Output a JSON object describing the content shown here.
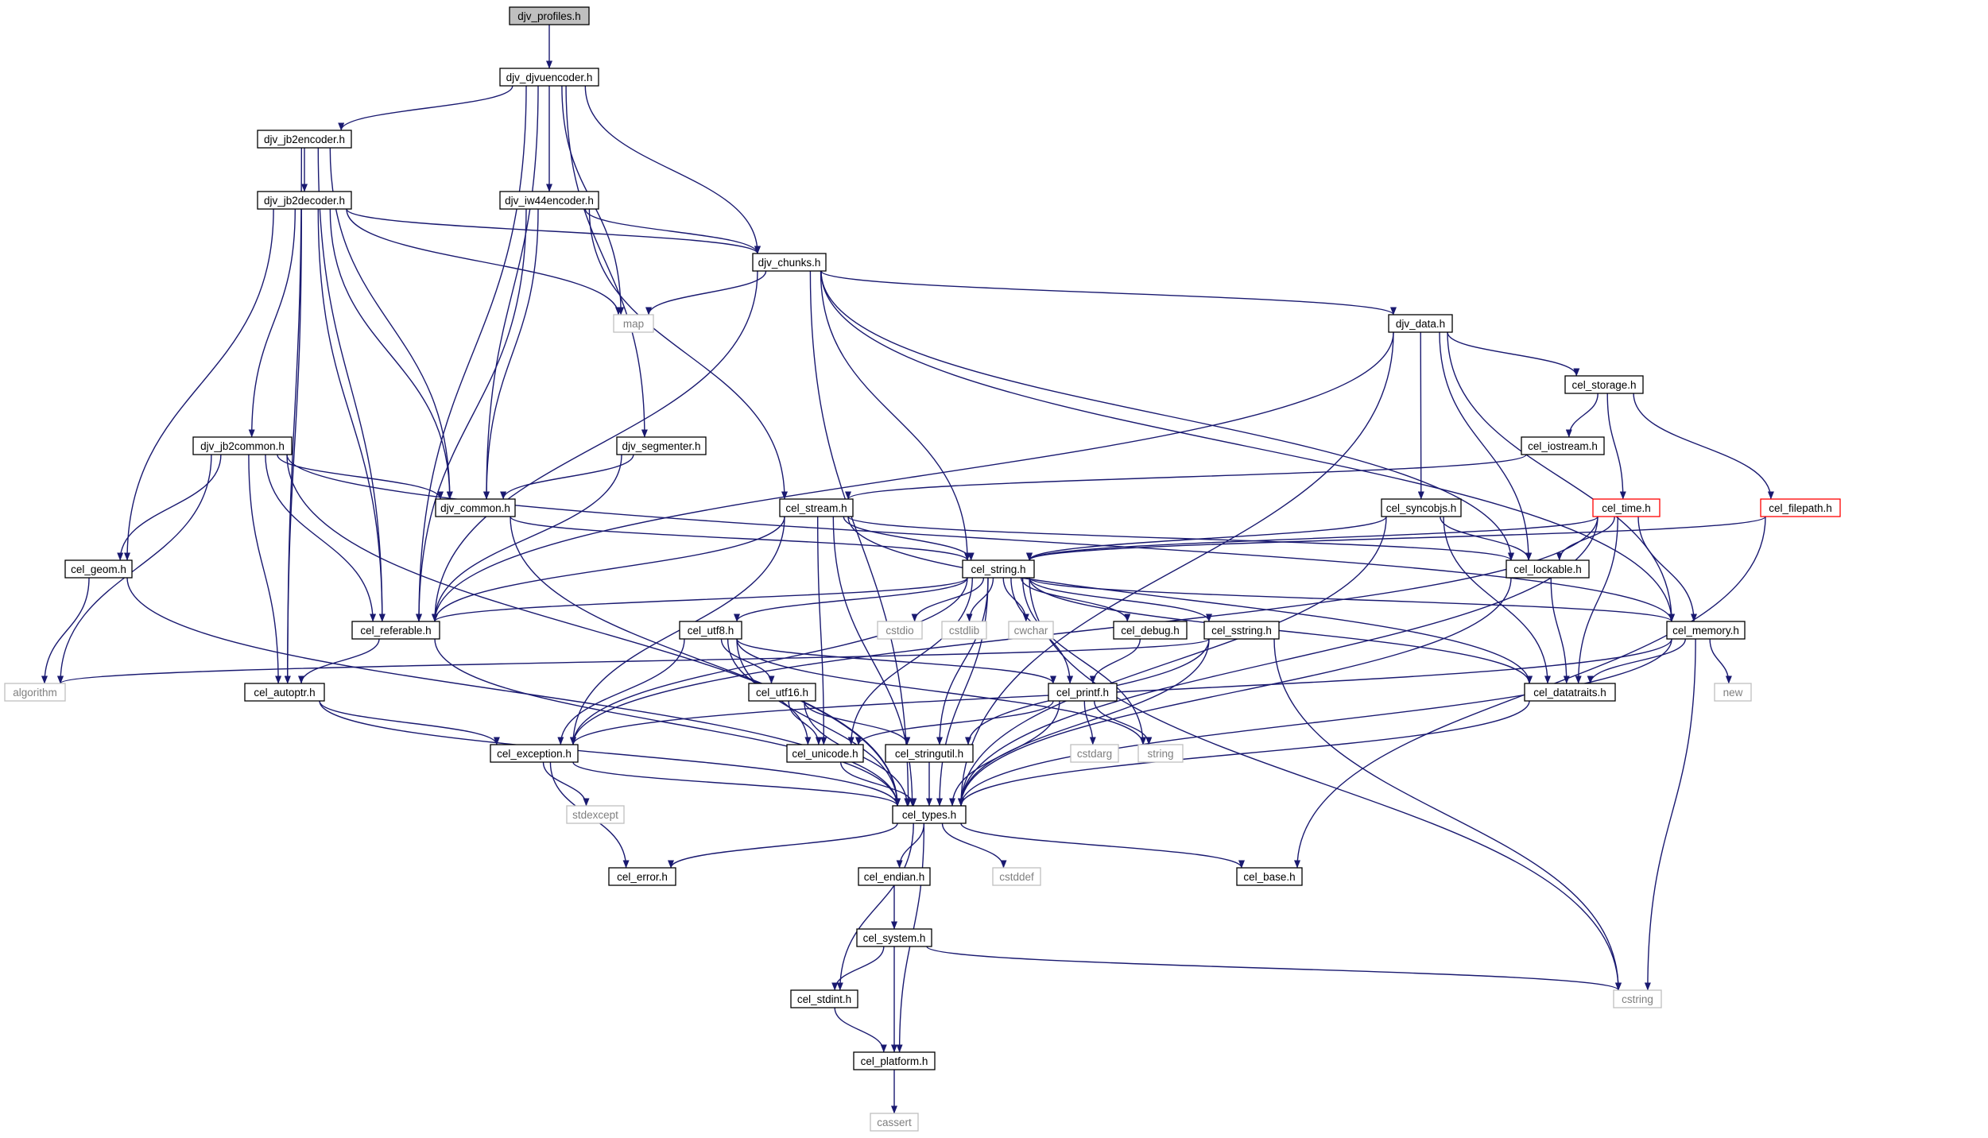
{
  "graph": {
    "colors": {
      "edge": "#191970",
      "node_border": "#000000",
      "root_fill": "#bfbfbf",
      "system_border": "#bfbfbf",
      "system_text": "#7f7f7f",
      "truncated_border": "#ff0000"
    },
    "nodes": [
      {
        "id": "djv_profiles",
        "label": "djv_profiles.h",
        "kind": "root"
      },
      {
        "id": "djv_djvuencoder",
        "label": "djv_djvuencoder.h",
        "kind": "file"
      },
      {
        "id": "djv_jb2encoder",
        "label": "djv_jb2encoder.h",
        "kind": "file"
      },
      {
        "id": "djv_jb2decoder",
        "label": "djv_jb2decoder.h",
        "kind": "file"
      },
      {
        "id": "djv_iw44encoder",
        "label": "djv_iw44encoder.h",
        "kind": "file"
      },
      {
        "id": "djv_chunks",
        "label": "djv_chunks.h",
        "kind": "file"
      },
      {
        "id": "map",
        "label": "map",
        "kind": "system"
      },
      {
        "id": "djv_data",
        "label": "djv_data.h",
        "kind": "file"
      },
      {
        "id": "cel_storage",
        "label": "cel_storage.h",
        "kind": "file"
      },
      {
        "id": "cel_iostream",
        "label": "cel_iostream.h",
        "kind": "file"
      },
      {
        "id": "djv_jb2common",
        "label": "djv_jb2common.h",
        "kind": "file"
      },
      {
        "id": "djv_segmenter",
        "label": "djv_segmenter.h",
        "kind": "file"
      },
      {
        "id": "djv_common",
        "label": "djv_common.h",
        "kind": "file"
      },
      {
        "id": "cel_stream",
        "label": "cel_stream.h",
        "kind": "file"
      },
      {
        "id": "cel_syncobjs",
        "label": "cel_syncobjs.h",
        "kind": "file"
      },
      {
        "id": "cel_time",
        "label": "cel_time.h",
        "kind": "truncated"
      },
      {
        "id": "cel_filepath",
        "label": "cel_filepath.h",
        "kind": "truncated"
      },
      {
        "id": "cel_geom",
        "label": "cel_geom.h",
        "kind": "file"
      },
      {
        "id": "cel_string",
        "label": "cel_string.h",
        "kind": "file"
      },
      {
        "id": "cel_lockable",
        "label": "cel_lockable.h",
        "kind": "file"
      },
      {
        "id": "cel_referable",
        "label": "cel_referable.h",
        "kind": "file"
      },
      {
        "id": "cel_utf8",
        "label": "cel_utf8.h",
        "kind": "file"
      },
      {
        "id": "cstdio",
        "label": "cstdio",
        "kind": "system"
      },
      {
        "id": "cstdlib",
        "label": "cstdlib",
        "kind": "system"
      },
      {
        "id": "cwchar",
        "label": "cwchar",
        "kind": "system"
      },
      {
        "id": "cel_debug",
        "label": "cel_debug.h",
        "kind": "file"
      },
      {
        "id": "cel_sstring",
        "label": "cel_sstring.h",
        "kind": "file"
      },
      {
        "id": "cel_memory",
        "label": "cel_memory.h",
        "kind": "file"
      },
      {
        "id": "algorithm",
        "label": "algorithm",
        "kind": "system"
      },
      {
        "id": "cel_autoptr",
        "label": "cel_autoptr.h",
        "kind": "file"
      },
      {
        "id": "cel_utf16",
        "label": "cel_utf16.h",
        "kind": "file"
      },
      {
        "id": "cel_printf",
        "label": "cel_printf.h",
        "kind": "file"
      },
      {
        "id": "cel_datatraits",
        "label": "cel_datatraits.h",
        "kind": "file"
      },
      {
        "id": "new",
        "label": "new",
        "kind": "system"
      },
      {
        "id": "cel_exception",
        "label": "cel_exception.h",
        "kind": "file"
      },
      {
        "id": "cel_unicode",
        "label": "cel_unicode.h",
        "kind": "file"
      },
      {
        "id": "cel_stringutil",
        "label": "cel_stringutil.h",
        "kind": "file"
      },
      {
        "id": "cstdarg",
        "label": "cstdarg",
        "kind": "system"
      },
      {
        "id": "string",
        "label": "string",
        "kind": "system"
      },
      {
        "id": "stdexcept",
        "label": "stdexcept",
        "kind": "system"
      },
      {
        "id": "cel_types",
        "label": "cel_types.h",
        "kind": "file"
      },
      {
        "id": "cel_error",
        "label": "cel_error.h",
        "kind": "file"
      },
      {
        "id": "cel_endian",
        "label": "cel_endian.h",
        "kind": "file"
      },
      {
        "id": "cstddef",
        "label": "cstddef",
        "kind": "system"
      },
      {
        "id": "cel_base",
        "label": "cel_base.h",
        "kind": "file"
      },
      {
        "id": "cel_system",
        "label": "cel_system.h",
        "kind": "file"
      },
      {
        "id": "cel_stdint",
        "label": "cel_stdint.h",
        "kind": "file"
      },
      {
        "id": "cstring",
        "label": "cstring",
        "kind": "system"
      },
      {
        "id": "cel_platform",
        "label": "cel_platform.h",
        "kind": "file"
      },
      {
        "id": "cassert",
        "label": "cassert",
        "kind": "system"
      }
    ],
    "edges": [
      [
        "djv_profiles",
        "djv_djvuencoder"
      ],
      [
        "djv_djvuencoder",
        "djv_jb2encoder"
      ],
      [
        "djv_djvuencoder",
        "cel_referable"
      ],
      [
        "djv_djvuencoder",
        "djv_common"
      ],
      [
        "djv_djvuencoder",
        "djv_iw44encoder"
      ],
      [
        "djv_djvuencoder",
        "map"
      ],
      [
        "djv_djvuencoder",
        "djv_segmenter"
      ],
      [
        "djv_djvuencoder",
        "djv_chunks"
      ],
      [
        "djv_jb2encoder",
        "djv_jb2decoder"
      ],
      [
        "djv_jb2encoder",
        "cel_autoptr"
      ],
      [
        "djv_jb2encoder",
        "cel_referable"
      ],
      [
        "djv_jb2encoder",
        "djv_common"
      ],
      [
        "djv_jb2decoder",
        "djv_chunks"
      ],
      [
        "djv_jb2decoder",
        "map"
      ],
      [
        "djv_jb2decoder",
        "djv_jb2common"
      ],
      [
        "djv_jb2decoder",
        "cel_geom"
      ],
      [
        "djv_jb2decoder",
        "cel_autoptr"
      ],
      [
        "djv_jb2decoder",
        "cel_referable"
      ],
      [
        "djv_jb2decoder",
        "djv_common"
      ],
      [
        "djv_iw44encoder",
        "djv_chunks"
      ],
      [
        "djv_iw44encoder",
        "djv_common"
      ],
      [
        "djv_iw44encoder",
        "cel_referable"
      ],
      [
        "djv_iw44encoder",
        "cel_stream"
      ],
      [
        "djv_chunks",
        "map"
      ],
      [
        "djv_chunks",
        "djv_data"
      ],
      [
        "djv_chunks",
        "cel_referable"
      ],
      [
        "djv_chunks",
        "cel_string"
      ],
      [
        "djv_chunks",
        "cel_lockable"
      ],
      [
        "djv_chunks",
        "cel_memory"
      ],
      [
        "djv_chunks",
        "cel_types"
      ],
      [
        "djv_data",
        "cel_storage"
      ],
      [
        "djv_data",
        "cel_syncobjs"
      ],
      [
        "djv_data",
        "cel_lockable"
      ],
      [
        "djv_data",
        "cel_memory"
      ],
      [
        "djv_data",
        "cel_referable"
      ],
      [
        "djv_data",
        "cel_types"
      ],
      [
        "cel_storage",
        "cel_iostream"
      ],
      [
        "cel_storage",
        "cel_time"
      ],
      [
        "cel_storage",
        "cel_filepath"
      ],
      [
        "cel_iostream",
        "cel_stream"
      ],
      [
        "djv_jb2common",
        "djv_common"
      ],
      [
        "djv_jb2common",
        "cel_geom"
      ],
      [
        "djv_jb2common",
        "cel_referable"
      ],
      [
        "djv_jb2common",
        "cel_autoptr"
      ],
      [
        "djv_jb2common",
        "algorithm"
      ],
      [
        "djv_jb2common",
        "cel_types"
      ],
      [
        "djv_jb2common",
        "cel_memory"
      ],
      [
        "djv_segmenter",
        "djv_common"
      ],
      [
        "djv_segmenter",
        "cel_referable"
      ],
      [
        "djv_common",
        "cel_string"
      ],
      [
        "djv_common",
        "cel_types"
      ],
      [
        "cel_stream",
        "cel_referable"
      ],
      [
        "cel_stream",
        "cel_string"
      ],
      [
        "cel_stream",
        "cel_lockable"
      ],
      [
        "cel_stream",
        "cel_exception"
      ],
      [
        "cel_stream",
        "cel_types"
      ],
      [
        "cel_stream",
        "cel_datatraits"
      ],
      [
        "cel_stream",
        "cel_unicode"
      ],
      [
        "cel_syncobjs",
        "cel_string"
      ],
      [
        "cel_syncobjs",
        "cel_lockable"
      ],
      [
        "cel_syncobjs",
        "cel_datatraits"
      ],
      [
        "cel_syncobjs",
        "cel_types"
      ],
      [
        "cel_time",
        "cel_string"
      ],
      [
        "cel_time",
        "cel_lockable"
      ],
      [
        "cel_time",
        "cel_memory"
      ],
      [
        "cel_time",
        "cel_datatraits"
      ],
      [
        "cel_time",
        "cel_types"
      ],
      [
        "cel_time",
        "cel_exception"
      ],
      [
        "cel_filepath",
        "cel_string"
      ],
      [
        "cel_filepath",
        "cel_base"
      ],
      [
        "cel_geom",
        "algorithm"
      ],
      [
        "cel_geom",
        "cel_types"
      ],
      [
        "cel_string",
        "cel_referable"
      ],
      [
        "cel_string",
        "cel_utf8"
      ],
      [
        "cel_string",
        "cstdio"
      ],
      [
        "cel_string",
        "cstdlib"
      ],
      [
        "cel_string",
        "cwchar"
      ],
      [
        "cel_string",
        "cel_debug"
      ],
      [
        "cel_string",
        "cel_sstring"
      ],
      [
        "cel_string",
        "cel_memory"
      ],
      [
        "cel_string",
        "cel_datatraits"
      ],
      [
        "cel_string",
        "cel_printf"
      ],
      [
        "cel_string",
        "string"
      ],
      [
        "cel_string",
        "cel_exception"
      ],
      [
        "cel_string",
        "cel_unicode"
      ],
      [
        "cel_string",
        "cel_stringutil"
      ],
      [
        "cel_string",
        "cel_types"
      ],
      [
        "cel_string",
        "cstring"
      ],
      [
        "cel_lockable",
        "cel_datatraits"
      ],
      [
        "cel_lockable",
        "cel_types"
      ],
      [
        "cel_referable",
        "cel_autoptr"
      ],
      [
        "cel_referable",
        "cel_types"
      ],
      [
        "cel_utf8",
        "cel_utf16"
      ],
      [
        "cel_utf8",
        "cel_printf"
      ],
      [
        "cel_utf8",
        "cel_unicode"
      ],
      [
        "cel_utf8",
        "cel_exception"
      ],
      [
        "cel_utf8",
        "cel_types"
      ],
      [
        "cel_utf8",
        "string"
      ],
      [
        "cel_debug",
        "cel_printf"
      ],
      [
        "cel_sstring",
        "algorithm"
      ],
      [
        "cel_sstring",
        "cel_stringutil"
      ],
      [
        "cel_sstring",
        "cel_types"
      ],
      [
        "cel_sstring",
        "cstring"
      ],
      [
        "cel_memory",
        "cel_datatraits"
      ],
      [
        "cel_memory",
        "new"
      ],
      [
        "cel_memory",
        "cel_types"
      ],
      [
        "cel_memory",
        "cstring"
      ],
      [
        "cel_memory",
        "cel_exception"
      ],
      [
        "cel_autoptr",
        "cel_exception"
      ],
      [
        "cel_autoptr",
        "cel_types"
      ],
      [
        "cel_utf16",
        "cel_unicode"
      ],
      [
        "cel_utf16",
        "cel_stringutil"
      ],
      [
        "cel_utf16",
        "cel_types"
      ],
      [
        "cel_printf",
        "cel_unicode"
      ],
      [
        "cel_printf",
        "cstdarg"
      ],
      [
        "cel_printf",
        "string"
      ],
      [
        "cel_printf",
        "cel_types"
      ],
      [
        "cel_datatraits",
        "cel_types"
      ],
      [
        "cel_exception",
        "stdexcept"
      ],
      [
        "cel_exception",
        "cel_error"
      ],
      [
        "cel_exception",
        "cel_types"
      ],
      [
        "cel_unicode",
        "cel_types"
      ],
      [
        "cel_stringutil",
        "cel_types"
      ],
      [
        "cel_types",
        "cel_error"
      ],
      [
        "cel_types",
        "cel_endian"
      ],
      [
        "cel_types",
        "cstddef"
      ],
      [
        "cel_types",
        "cel_base"
      ],
      [
        "cel_types",
        "cel_stdint"
      ],
      [
        "cel_types",
        "cel_platform"
      ],
      [
        "cel_endian",
        "cel_system"
      ],
      [
        "cel_system",
        "cel_stdint"
      ],
      [
        "cel_system",
        "cel_platform"
      ],
      [
        "cel_system",
        "cstring"
      ],
      [
        "cel_stdint",
        "cel_platform"
      ],
      [
        "cel_platform",
        "cassert"
      ]
    ]
  }
}
